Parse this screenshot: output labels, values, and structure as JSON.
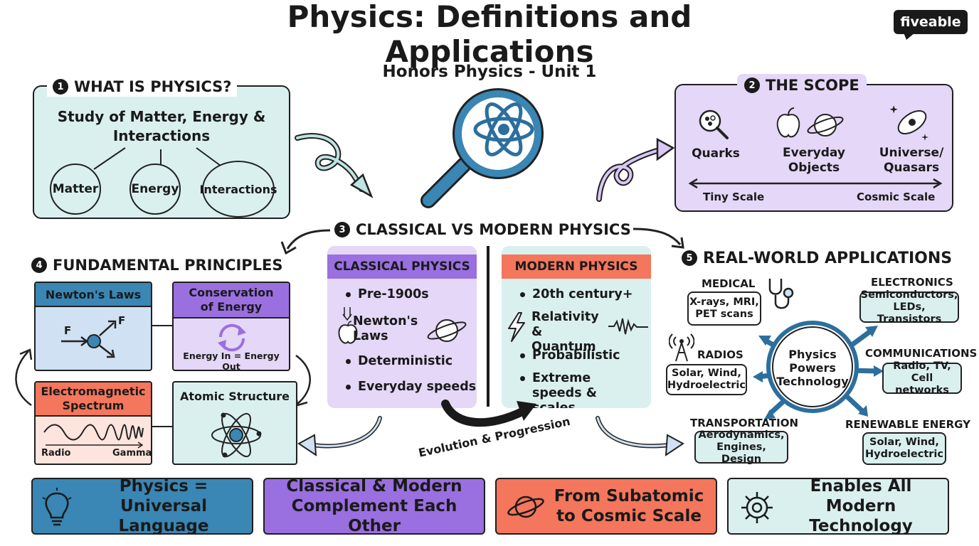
{
  "header": {
    "title": "Physics: Definitions and Applications",
    "subtitle": "Honors Physics - Unit 1",
    "brand": "fiveable"
  },
  "section1": {
    "number": "1",
    "title": "WHAT IS PHYSICS?",
    "definition": "Study of Matter, Energy & Interactions",
    "concepts": [
      "Matter",
      "Energy",
      "Interactions"
    ]
  },
  "section2": {
    "number": "2",
    "title": "THE SCOPE",
    "items": [
      "Quarks",
      "Everyday Objects",
      "Universe/ Quasars"
    ],
    "scale_left": "Tiny Scale",
    "scale_right": "Cosmic Scale"
  },
  "section3": {
    "number": "3",
    "title": "CLASSICAL VS MODERN PHYSICS",
    "classical": {
      "header": "CLASSICAL PHYSICS",
      "items": [
        "Pre-1900s",
        "Newton's Laws",
        "Deterministic",
        "Everyday speeds"
      ]
    },
    "modern": {
      "header": "MODERN PHYSICS",
      "items": [
        "20th century+",
        "Relativity & Quantum",
        "Probabilistic",
        "Extreme speeds & scales"
      ]
    },
    "evolution_label": "Evolution & Progression"
  },
  "section4": {
    "number": "4",
    "title": "FUNDAMENTAL PRINCIPLES",
    "newton": {
      "title": "Newton's Laws",
      "force_label": "F"
    },
    "conservation": {
      "title": "Conservation of Energy",
      "caption": "Energy In = Energy Out"
    },
    "em": {
      "title": "Electromagnetic Spectrum",
      "left": "Radio",
      "right": "Gamma"
    },
    "atomic": {
      "title": "Atomic Structure"
    }
  },
  "section5": {
    "number": "5",
    "title": "REAL-WORLD APPLICATIONS",
    "hub": "Physics Powers Technology",
    "apps": {
      "medical": {
        "label": "MEDICAL",
        "detail": "X-rays, MRI, PET scans"
      },
      "electronics": {
        "label": "ELECTRONICS",
        "detail": "Semiconductors, LEDs, Transistors"
      },
      "radios": {
        "label": "RADIOS",
        "detail": "Solar, Wind, Hydroelectric"
      },
      "communications": {
        "label": "COMMUNICATIONS",
        "detail": "Radio, TV, Cell networks"
      },
      "transportation": {
        "label": "TRANSPORTATION",
        "detail": "Aerodynamics, Engines, Design"
      },
      "renewable": {
        "label": "RENEWABLE ENERGY",
        "detail": "Solar, Wind, Hydroelectric"
      }
    }
  },
  "footer": [
    {
      "text": "Physics = Universal Language",
      "color": "#3a86b4",
      "icon": "lightbulb-icon"
    },
    {
      "text": "Classical & Modern Complement Each Other",
      "color": "#9a6fe0",
      "icon": ""
    },
    {
      "text": "From Subatomic to Cosmic Scale",
      "color": "#f4765c",
      "icon": "planet-icon"
    },
    {
      "text": "Enables All Modern Technology",
      "color": "#d9f0ef",
      "icon": "gear-icon"
    }
  ],
  "colors": {
    "teal_light": "#d9f0ef",
    "lavender": "#e4d7f7",
    "purple": "#9a6fe0",
    "coral": "#f4765c",
    "blue": "#3a86b4",
    "light_blue": "#cfe1f2",
    "dark_blue": "#2c6f9e"
  }
}
